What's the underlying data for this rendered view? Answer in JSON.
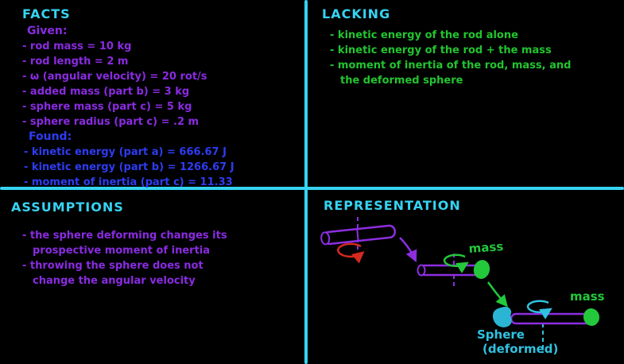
{
  "colors": {
    "background": "#000000",
    "divider": "#36d3f2",
    "heading": "#36d3f2",
    "purple": "#8a2be2",
    "blue": "#2e3cf2",
    "green": "#22c52e",
    "red": "#d42a1e",
    "cyan": "#2fc2e0",
    "rod_purple": "#8d2ee0"
  },
  "quadrants": {
    "facts": {
      "title": "FACTS",
      "given_label": "Given:",
      "given_items": [
        "- rod mass = 10 kg",
        "- rod length = 2 m",
        "- ω (angular velocity) = 20 rot/s",
        "- added mass (part b) = 3 kg",
        "- sphere mass (part c) = 5 kg",
        "- sphere radius (part c) = .2 m"
      ],
      "found_label": "Found:",
      "found_items": [
        "- kinetic energy (part a) = 666.67 J",
        "- kinetic energy (part b) = 1266.67 J",
        "- moment of inertia (part c) = 11.33"
      ]
    },
    "lacking": {
      "title": "LACKING",
      "items": [
        "- kinetic energy of the rod alone",
        "- kinetic energy of the rod + the mass",
        "- moment of inertia of the rod, mass, and the deformed sphere"
      ]
    },
    "assumptions": {
      "title": "ASSUMPTIONS",
      "items": [
        "- the sphere deforming changes its prospective moment of inertia",
        "- throwing the sphere does not change the angular velocity"
      ]
    },
    "representation": {
      "title": "REPRESENTATION",
      "labels": {
        "mass_b": "mass",
        "mass_c": "mass",
        "sphere_line1": "Sphere",
        "sphere_line2": "(deformed)"
      }
    }
  }
}
